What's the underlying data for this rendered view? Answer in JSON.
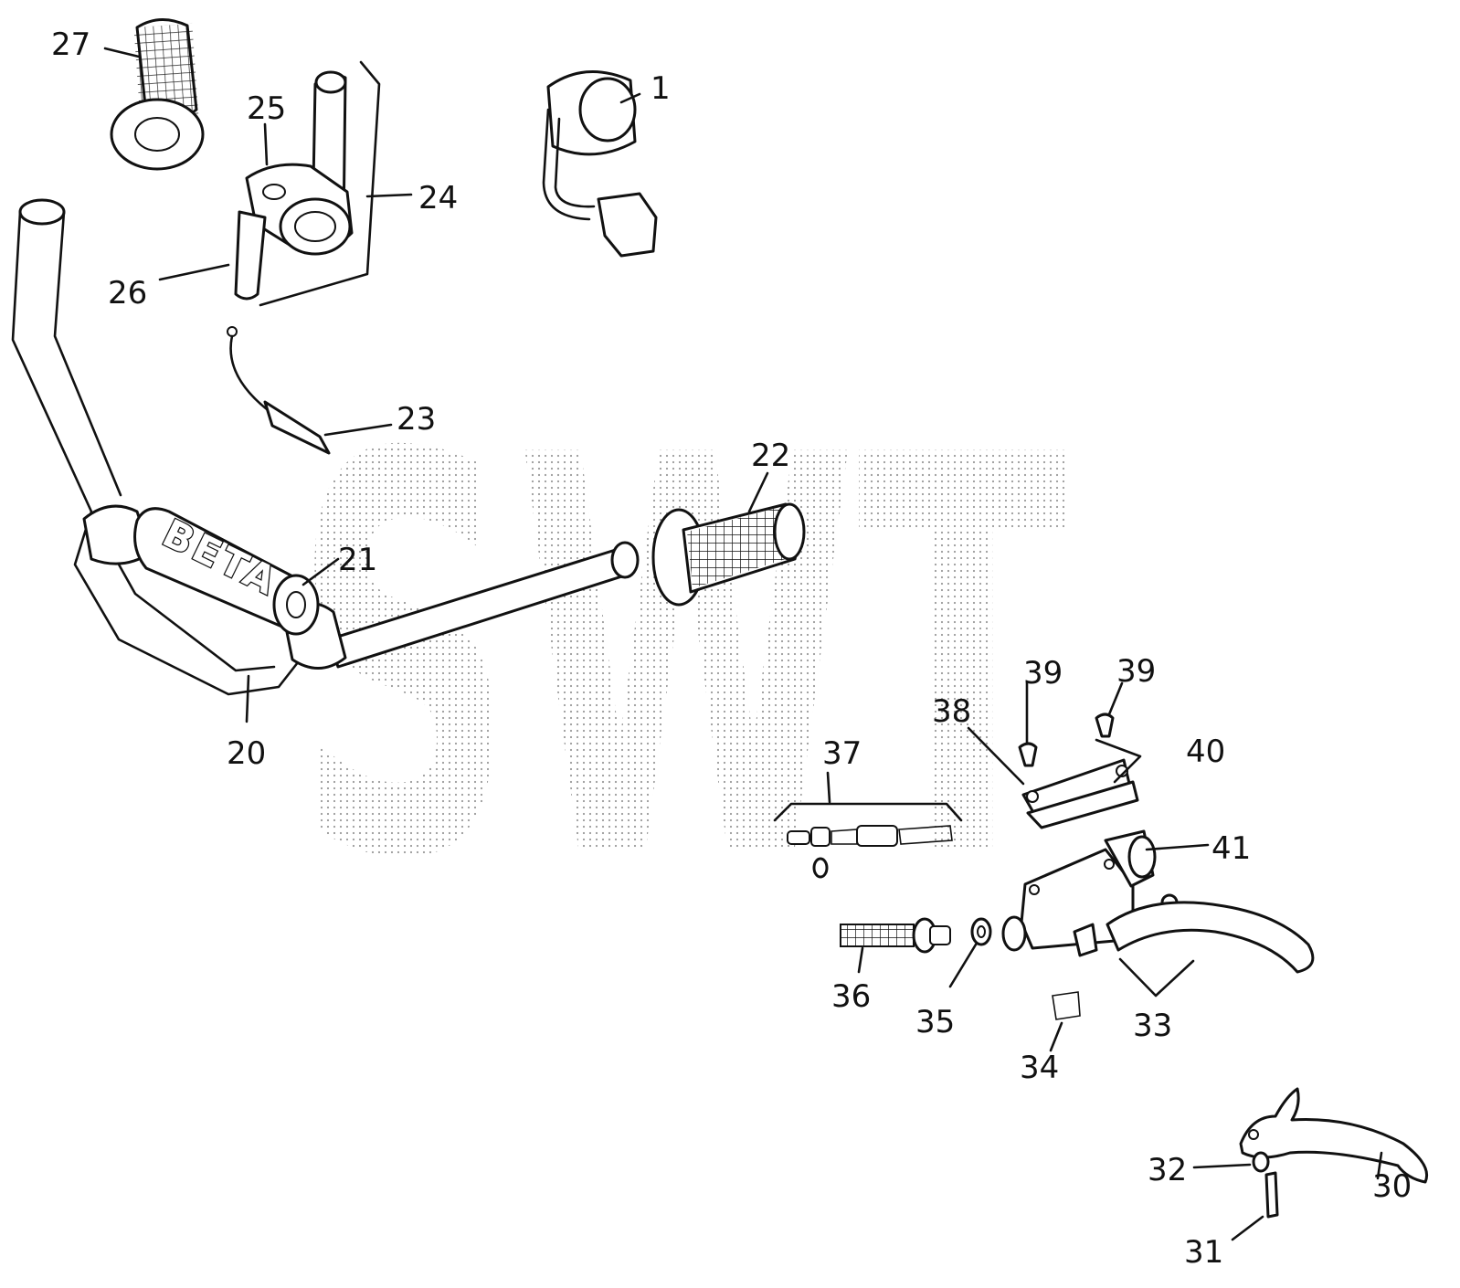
{
  "watermark": "SWT",
  "brand_text": "BETA",
  "callouts": {
    "c1": "1",
    "c20": "20",
    "c21": "21",
    "c22": "22",
    "c23": "23",
    "c24": "24",
    "c25": "25",
    "c26": "26",
    "c27": "27",
    "c30": "30",
    "c31": "31",
    "c32": "32",
    "c33": "33",
    "c34": "34",
    "c35": "35",
    "c36": "36",
    "c37": "37",
    "c38": "38",
    "c39a": "39",
    "c39b": "39",
    "c40": "40",
    "c41": "41"
  }
}
